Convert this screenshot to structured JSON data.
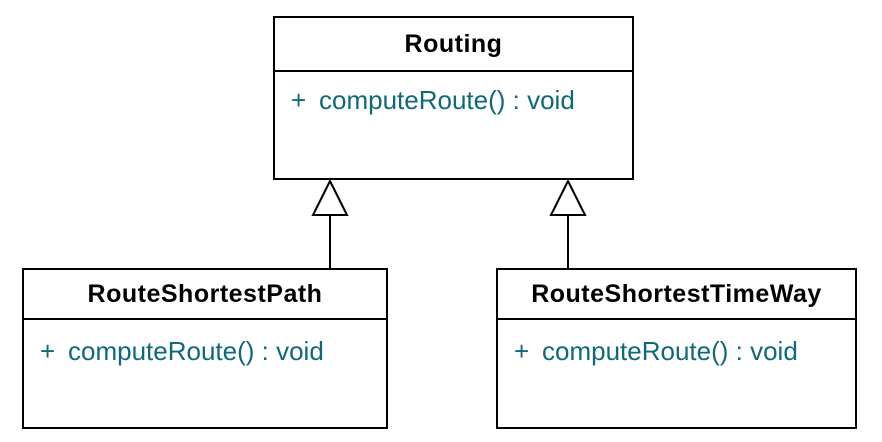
{
  "diagram_type": "uml-class-diagram",
  "colors": {
    "background": "#ffffff",
    "border": "#000000",
    "class_name_text": "#000000",
    "member_text": "#0e6978"
  },
  "classes": [
    {
      "name": "Routing",
      "methods": [
        {
          "visibility": "+",
          "signature": "computeRoute() : void"
        }
      ]
    },
    {
      "name": "RouteShortestPath",
      "methods": [
        {
          "visibility": "+",
          "signature": "computeRoute() : void"
        }
      ]
    },
    {
      "name": "RouteShortestTimeWay",
      "methods": [
        {
          "visibility": "+",
          "signature": "computeRoute() : void"
        }
      ]
    }
  ],
  "relations": [
    {
      "type": "generalization",
      "from": "RouteShortestPath",
      "to": "Routing"
    },
    {
      "type": "generalization",
      "from": "RouteShortestTimeWay",
      "to": "Routing"
    }
  ]
}
